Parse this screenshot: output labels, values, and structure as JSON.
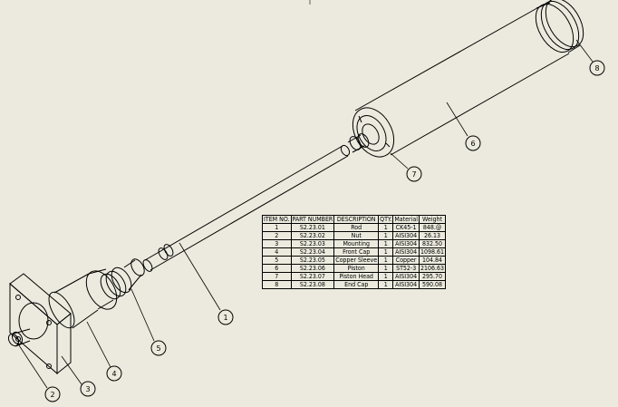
{
  "bom": {
    "headers": [
      "ITEM NO.",
      "PART NUMBER",
      "DESCRIPTION",
      "QTY.",
      "Material",
      "Weight"
    ],
    "rows": [
      [
        "1",
        "S2.23.01",
        "Rod",
        "1",
        "CK45-1",
        "848.@"
      ],
      [
        "2",
        "S2.23.02",
        "Nut",
        "1",
        "AISI304",
        "26.13"
      ],
      [
        "3",
        "S2.23.03",
        "Mounting",
        "1",
        "AISI304",
        "832.50"
      ],
      [
        "4",
        "S2.23.04",
        "Front Cap",
        "1",
        "AISI304",
        "1098.61"
      ],
      [
        "5",
        "S2.23.05",
        "Copper Sleeve",
        "1",
        "Copper",
        "104.84"
      ],
      [
        "6",
        "S2.23.06",
        "Piston",
        "1",
        "ST52-3",
        "2106.63"
      ],
      [
        "7",
        "S2.23.07",
        "Piston Head",
        "1",
        "AISI304",
        "295.70"
      ],
      [
        "8",
        "S2.23.08",
        "End Cap",
        "1",
        "AISI304",
        "590.08"
      ]
    ]
  },
  "balloons": [
    "1",
    "2",
    "3",
    "4",
    "5",
    "6",
    "7",
    "8"
  ]
}
